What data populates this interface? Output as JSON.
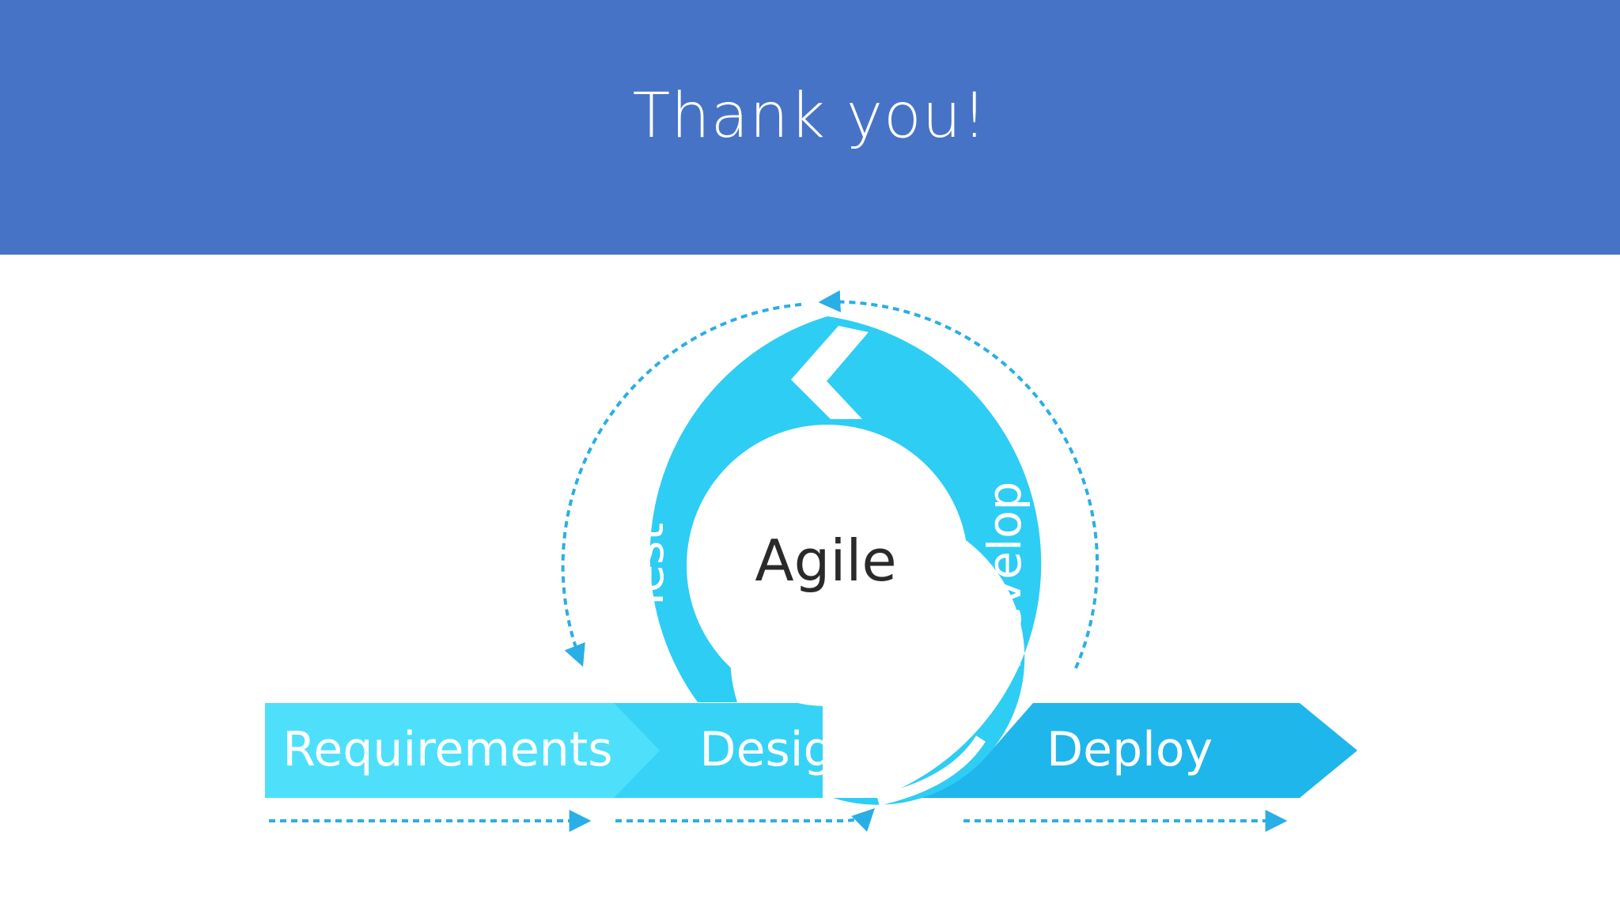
{
  "slide": {
    "title": "Thank you!"
  },
  "diagram": {
    "center_label": "Agile",
    "stages": {
      "requirements": "Requirements",
      "design": "Design",
      "test": "Test",
      "develop": "Develop",
      "deploy": "Deploy"
    },
    "colors": {
      "header_band": "#4773c6",
      "requirements": "#4ee0fb",
      "design": "#36d3f6",
      "loop": "#2ecdf4",
      "deploy": "#1fb6eb",
      "dashed_arrow": "#2aaee6",
      "center_text": "#2a2a2a"
    }
  }
}
